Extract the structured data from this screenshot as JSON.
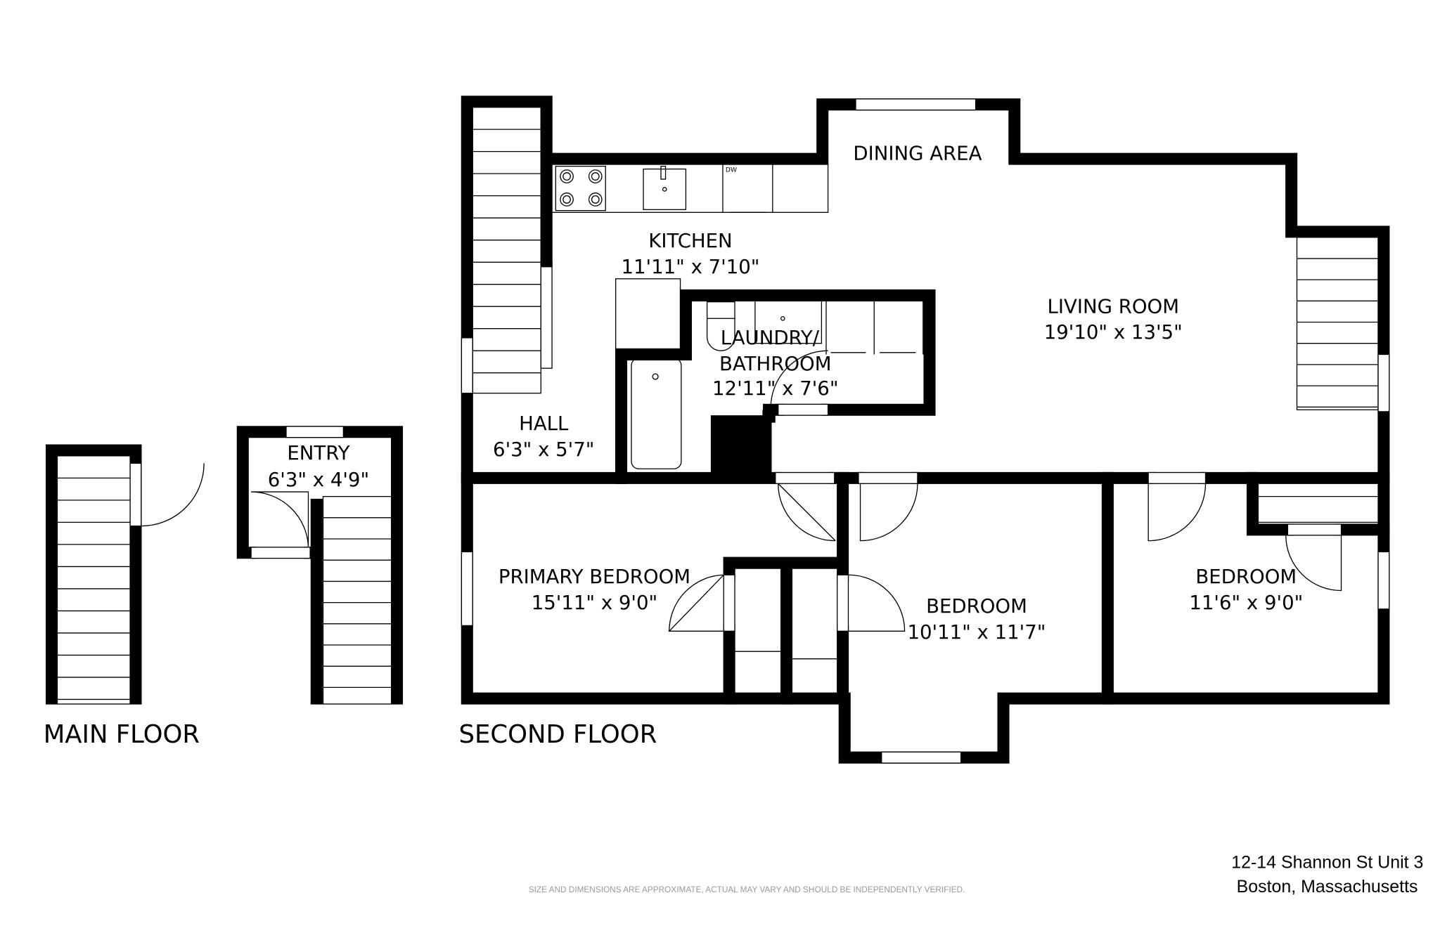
{
  "floors": {
    "main": "MAIN FLOOR",
    "second": "SECOND FLOOR"
  },
  "rooms": {
    "entry": {
      "name": "ENTRY",
      "size": "6'3\" x 4'9\""
    },
    "dining": {
      "name": "DINING AREA"
    },
    "kitchen": {
      "name": "KITCHEN",
      "size": "11'11\" x 7'10\""
    },
    "living": {
      "name": "LIVING ROOM",
      "size": "19'10\" x 13'5\""
    },
    "laundry": {
      "name": "LAUNDRY/",
      "name2": "BATHROOM",
      "size": "12'11\" x 7'6\""
    },
    "hall": {
      "name": "HALL",
      "size": "6'3\" x 5'7\""
    },
    "primary": {
      "name": "PRIMARY BEDROOM",
      "size": "15'11\" x 9'0\""
    },
    "bedroom2": {
      "name": "BEDROOM",
      "size": "10'11\" x 11'7\""
    },
    "bedroom3": {
      "name": "BEDROOM",
      "size": "11'6\" x 9'0\""
    }
  },
  "appliances": {
    "dishwasher": "DW"
  },
  "address": {
    "line1": "12-14 Shannon St Unit 3",
    "line2": "Boston, Massachusetts"
  },
  "disclaimer": "SIZE AND DIMENSIONS ARE APPROXIMATE, ACTUAL MAY VARY AND SHOULD BE INDEPENDENTLY VERIFIED."
}
